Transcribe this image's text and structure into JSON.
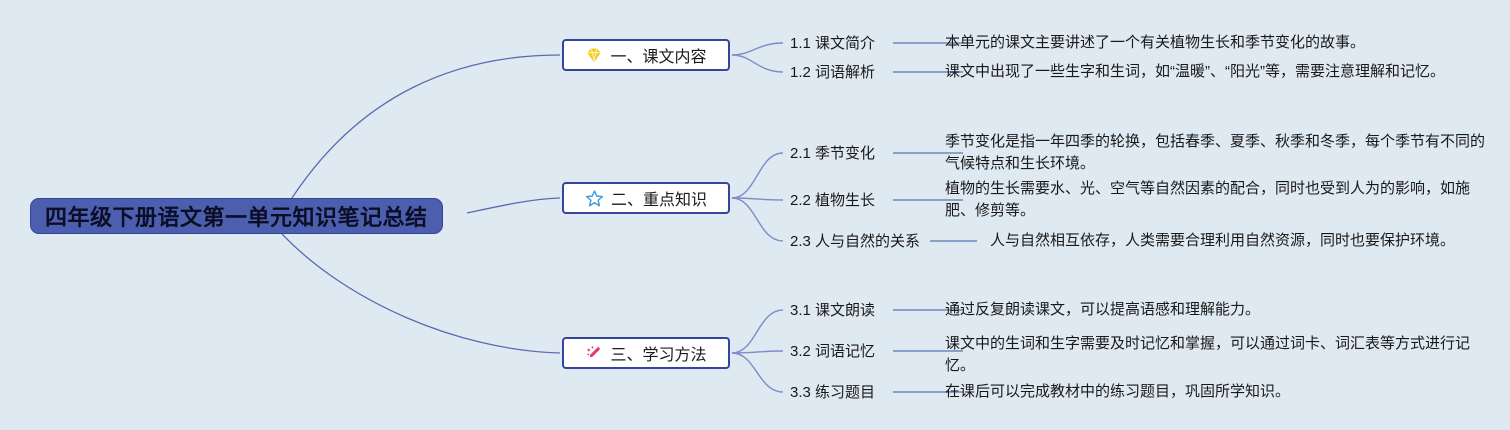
{
  "root": {
    "title": "四年级下册语文第一单元知识笔记总结"
  },
  "branches": [
    {
      "label": "一、课文内容",
      "icon": "gem-icon",
      "children": [
        {
          "label": "1.1 课文简介",
          "desc": "本单元的课文主要讲述了一个有关植物生长和季节变化的故事。"
        },
        {
          "label": "1.2 词语解析",
          "desc": "课文中出现了一些生字和生词，如“温暖”、“阳光”等，需要注意理解和记忆。"
        }
      ]
    },
    {
      "label": "二、重点知识",
      "icon": "star-icon",
      "children": [
        {
          "label": "2.1 季节变化",
          "desc": "季节变化是指一年四季的轮换，包括春季、夏季、秋季和冬季，每个季节有不同的气候特点和生长环境。"
        },
        {
          "label": "2.2 植物生长",
          "desc": "植物的生长需要水、光、空气等自然因素的配合，同时也受到人为的影响，如施肥、修剪等。"
        },
        {
          "label": "2.3 人与自然的关系",
          "desc": "人与自然相互依存，人类需要合理利用自然资源，同时也要保护环境。"
        }
      ]
    },
    {
      "label": "三、学习方法",
      "icon": "wand-icon",
      "children": [
        {
          "label": "3.1 课文朗读",
          "desc": "通过反复朗读课文，可以提高语感和理解能力。"
        },
        {
          "label": "3.2 词语记忆",
          "desc": "课文中的生词和生字需要及时记忆和掌握，可以通过词卡、词汇表等方式进行记忆。"
        },
        {
          "label": "3.3 练习题目",
          "desc": "在课后可以完成教材中的练习题目，巩固所学知识。"
        }
      ]
    }
  ],
  "colors": {
    "background": "#dfe9f1",
    "root_fill": "#4c5fae",
    "node_border": "#36459c",
    "link_line": "#6f7fc0",
    "connector_line": "#8aa0c6",
    "gem_icon": "#f7d41f",
    "star_icon": "#3f9be0",
    "wand_icon": "#e23a6d"
  }
}
